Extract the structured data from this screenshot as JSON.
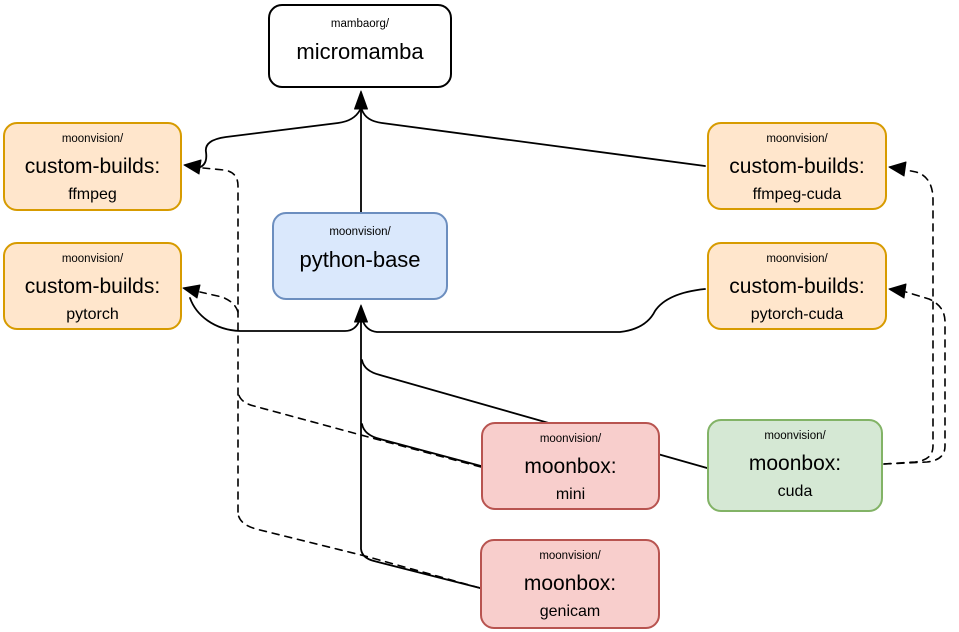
{
  "diagram": {
    "type": "docker-image-dependency-diagram",
    "edge_color": "#000000",
    "nodes": [
      {
        "id": "micromamba",
        "repo": "mambaorg/",
        "name": "micromamba",
        "tag": "",
        "fill": "#FFFFFF",
        "stroke": "#000000"
      },
      {
        "id": "custom-builds-ffmpeg",
        "repo": "moonvision/",
        "name": "custom-builds:",
        "tag": "ffmpeg",
        "fill": "#FFE6CC",
        "stroke": "#D79B00"
      },
      {
        "id": "custom-builds-pytorch",
        "repo": "moonvision/",
        "name": "custom-builds:",
        "tag": "pytorch",
        "fill": "#FFE6CC",
        "stroke": "#D79B00"
      },
      {
        "id": "python-base",
        "repo": "moonvision/",
        "name": "python-base",
        "tag": "",
        "fill": "#DAE8FC",
        "stroke": "#6C8EBF"
      },
      {
        "id": "custom-builds-ffmpeg-cuda",
        "repo": "moonvision/",
        "name": "custom-builds:",
        "tag": "ffmpeg-cuda",
        "fill": "#FFE6CC",
        "stroke": "#D79B00"
      },
      {
        "id": "custom-builds-pytorch-cuda",
        "repo": "moonvision/",
        "name": "custom-builds:",
        "tag": "pytorch-cuda",
        "fill": "#FFE6CC",
        "stroke": "#D79B00"
      },
      {
        "id": "moonbox-mini",
        "repo": "moonvision/",
        "name": "moonbox:",
        "tag": "mini",
        "fill": "#F8CECC",
        "stroke": "#B85450"
      },
      {
        "id": "moonbox-cuda",
        "repo": "moonvision/",
        "name": "moonbox:",
        "tag": "cuda",
        "fill": "#D5E8D4",
        "stroke": "#82B366"
      },
      {
        "id": "moonbox-genicam",
        "repo": "moonvision/",
        "name": "moonbox:",
        "tag": "genicam",
        "fill": "#F8CECC",
        "stroke": "#B85450"
      }
    ],
    "edges": [
      {
        "a": "python-base",
        "b": "micromamba",
        "style": "solid",
        "arrow_at": "micromamba"
      },
      {
        "a": "custom-builds-ffmpeg",
        "b": "micromamba",
        "style": "solid",
        "arrow_at": "custom-builds-ffmpeg"
      },
      {
        "a": "custom-builds-ffmpeg-cuda",
        "b": "micromamba",
        "style": "solid",
        "arrow_at": "micromamba"
      },
      {
        "a": "custom-builds-pytorch-cuda",
        "b": "custom-builds-pytorch",
        "style": "solid",
        "arrow_at": "custom-builds-pytorch"
      },
      {
        "a": "moonbox-mini",
        "b": "python-base",
        "style": "solid",
        "arrow_at": "python-base"
      },
      {
        "a": "moonbox-cuda",
        "b": "python-base",
        "style": "solid",
        "arrow_at": "python-base"
      },
      {
        "a": "moonbox-genicam",
        "b": "python-base",
        "style": "solid",
        "arrow_at": "python-base"
      },
      {
        "a": "moonbox-mini",
        "b": "custom-builds-pytorch",
        "style": "dashed",
        "arrow_at": "custom-builds-pytorch"
      },
      {
        "a": "moonbox-mini",
        "b": "custom-builds-ffmpeg",
        "style": "dashed",
        "arrow_at": "custom-builds-ffmpeg"
      },
      {
        "a": "moonbox-genicam",
        "b": "custom-builds-pytorch",
        "style": "dashed",
        "arrow_at": "custom-builds-pytorch"
      },
      {
        "a": "moonbox-genicam",
        "b": "custom-builds-ffmpeg",
        "style": "dashed",
        "arrow_at": "custom-builds-ffmpeg"
      },
      {
        "a": "moonbox-cuda",
        "b": "custom-builds-pytorch-cuda",
        "style": "dashed",
        "arrow_at": "custom-builds-pytorch-cuda"
      },
      {
        "a": "moonbox-cuda",
        "b": "custom-builds-ffmpeg-cuda",
        "style": "dashed",
        "arrow_at": "custom-builds-ffmpeg-cuda"
      }
    ]
  }
}
